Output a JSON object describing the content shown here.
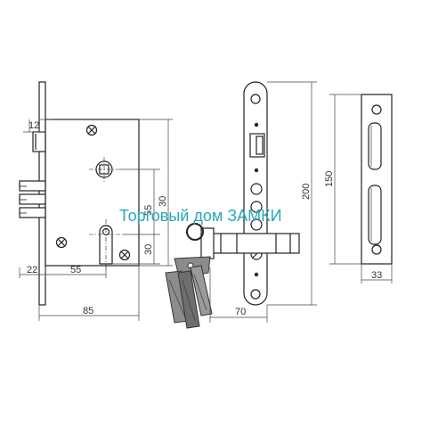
{
  "watermark": {
    "text": "Торговый дом ЗАМКИ",
    "color": "#29a8b8"
  },
  "dimensions": {
    "faceplate_thickness": "12",
    "height_55": "55",
    "height_30_outer": "30",
    "height_30_lower": "30",
    "backset_22": "22",
    "centre_55": "55",
    "body_width_85": "85",
    "strike_depth_70": "70",
    "faceplate_200": "200",
    "strike_150": "150",
    "strike_width_33": "33"
  },
  "colors": {
    "line": "#222222",
    "dimension": "#444444",
    "key_fill": "#8c8c8c",
    "key_dark": "#3a3a3a"
  }
}
